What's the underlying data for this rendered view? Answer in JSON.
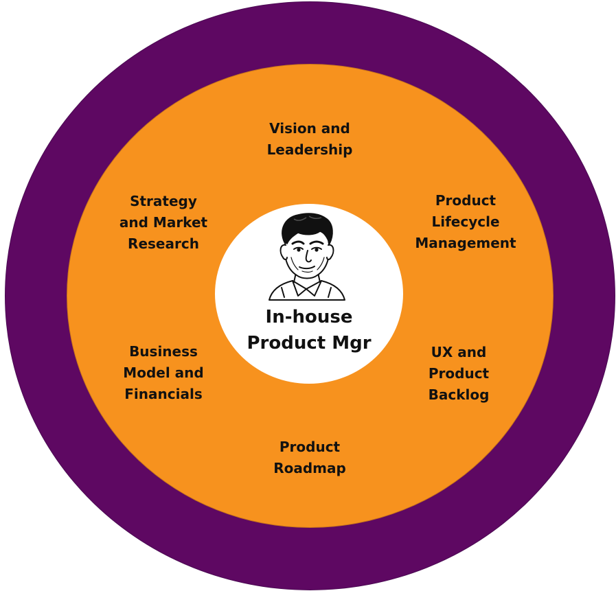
{
  "colors": {
    "outer_ring": "#5e0862",
    "inner_ring": "#f7921e",
    "center": "#ffffff",
    "text": "#111111"
  },
  "center": {
    "icon": "product-manager-portrait-icon",
    "title": "In-house\nProduct Mgr"
  },
  "areas": [
    {
      "id": "vision",
      "label": "Vision and\nLeadership"
    },
    {
      "id": "strategy",
      "label": "Strategy\nand Market\nResearch"
    },
    {
      "id": "lifecycle",
      "label": "Product\nLifecycle\nManagement"
    },
    {
      "id": "business",
      "label": "Business\nModel and\nFinancials"
    },
    {
      "id": "ux",
      "label": "UX and\nProduct\nBacklog"
    },
    {
      "id": "roadmap",
      "label": "Product\nRoadmap"
    }
  ]
}
